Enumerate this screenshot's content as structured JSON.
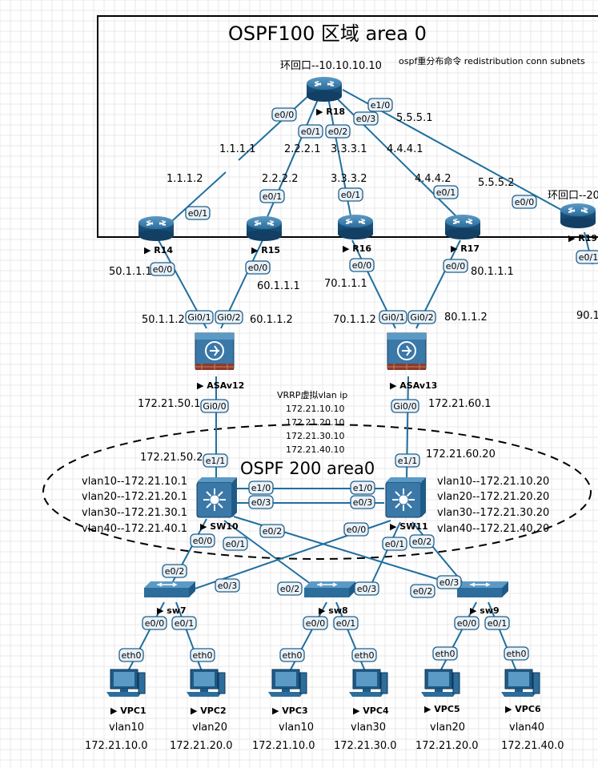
{
  "areas": {
    "ospf100_title": "OSPF100 区域 area 0",
    "ospf200_title": "OSPF 200 area0",
    "redistribution_note": "ospf重分布命令 redistribution conn subnets",
    "r18_loopback": "环回口--10.10.10.10",
    "r19_loopback": "环回口--20",
    "vrrp_title": "VRRP虚拟vlan ip",
    "vrrp_ips": [
      "172.21.10.10",
      "172.21.20.10",
      "172.21.30.10",
      "172.21.40.10"
    ]
  },
  "devices": {
    "R18": "R18",
    "R14": "R14",
    "R15": "R15",
    "R16": "R16",
    "R17": "R17",
    "R19": "R19",
    "ASAv12": "ASAv12",
    "ASAv13": "ASAv13",
    "SW10": "SW10",
    "SW11": "SW11",
    "sw7": "sw7",
    "sw8": "sw8",
    "sw9": "sw9",
    "VPC1": "VPC1",
    "VPC2": "VPC2",
    "VPC3": "VPC3",
    "VPC4": "VPC4",
    "VPC5": "VPC5",
    "VPC6": "VPC6"
  },
  "interfaces": {
    "r18_e00": "e0/0",
    "r18_e01": "e0/1",
    "r18_e02": "e0/2",
    "r18_e03": "e0/3",
    "r18_e10": "e1/0",
    "r14_e01": "e0/1",
    "r15_e01": "e0/1",
    "r16_e01": "e0/1",
    "r17_e01": "e0/1",
    "r19_e00": "e0/0",
    "r19_e01": "e0/1",
    "r14_e00": "e0/0",
    "r15_e00": "e0/0",
    "r16_e00": "e0/0",
    "r17_e00": "e0/0",
    "asa12_gi01": "Gi0/1",
    "asa12_gi02": "Gi0/2",
    "asa12_gi00": "Gi0/0",
    "asa13_gi01": "Gi0/1",
    "asa13_gi02": "Gi0/2",
    "asa13_gi00": "Gi0/0",
    "sw10_e11": "e1/1",
    "sw10_e10": "e1/0",
    "sw10_e03": "e0/3",
    "sw10_e00": "e0/0",
    "sw10_e01": "e0/1",
    "sw10_e02": "e0/2",
    "sw11_e11": "e1/1",
    "sw11_e10": "e1/0",
    "sw11_e03": "e0/3",
    "sw11_e00": "e0/0",
    "sw11_e01": "e0/1",
    "sw11_e02": "e0/2",
    "sw7_e02": "e0/2",
    "sw7_e03": "e0/3",
    "sw7_e00": "e0/0",
    "sw7_e01": "e0/1",
    "sw8_e02": "e0/2",
    "sw8_e03": "e0/3",
    "sw8_e00": "e0/0",
    "sw8_e01": "e0/1",
    "sw9_e03": "e0/3",
    "sw9_e02": "e0/2",
    "sw9_e00": "e0/0",
    "sw9_e01": "e0/1",
    "vpc1_eth0": "eth0",
    "vpc2_eth0": "eth0",
    "vpc3_eth0": "eth0",
    "vpc4_eth0": "eth0",
    "vpc5_eth0": "eth0",
    "vpc6_eth0": "eth0"
  },
  "ips": {
    "r18_r14": "1.1.1.1",
    "r14_r18": "1.1.1.2",
    "r18_r15": "2.2.2.1",
    "r15_r18": "2.2.2.2",
    "r18_r16": "3.3.3.1",
    "r16_r18": "3.3.3.2",
    "r18_r17": "4.4.4.1",
    "r17_r18": "4.4.4.2",
    "r18_r19": "5.5.5.1",
    "r19_r18": "5.5.5.2",
    "r14_asa": "50.1.1.1",
    "asa12_r14": "50.1.1.2",
    "r15_asa": "60.1.1.1",
    "asa12_r15": "60.1.1.2",
    "r16_asa": "70.1.1.1",
    "asa13_r16": "70.1.1.2",
    "r17_asa": "80.1.1.1",
    "asa13_r17": "80.1.1.2",
    "r19_down": "90.1",
    "asa12_inside": "172.21.50.1",
    "sw10_up": "172.21.50.2",
    "asa13_inside": "172.21.60.1",
    "sw11_up": "172.21.60.20"
  },
  "svi": {
    "sw10": [
      "vlan10--172.21.10.1",
      "vlan20--172.21.20.1",
      "vlan30--172.21.30.1",
      "vlan40--172.21.40.1"
    ],
    "sw11": [
      "vlan10--172.21.10.20",
      "vlan20--172.21.20.20",
      "vlan30--172.21.30.20",
      "vlan40--172.21.40.20"
    ]
  },
  "hosts": {
    "vpc1": {
      "vlan": "vlan10",
      "net": "172.21.10.0"
    },
    "vpc2": {
      "vlan": "vlan20",
      "net": "172.21.20.0"
    },
    "vpc3": {
      "vlan": "vlan10",
      "net": "172.21.10.0"
    },
    "vpc4": {
      "vlan": "vlan30",
      "net": "172.21.30.0"
    },
    "vpc5": {
      "vlan": "vlan20",
      "net": "172.21.20.0"
    },
    "vpc6": {
      "vlan": "vlan40",
      "net": "172.21.40.0"
    }
  },
  "colors": {
    "link": "#1f6f9e",
    "router": "#1d5b85",
    "interface_box": "#e9f1f8"
  }
}
